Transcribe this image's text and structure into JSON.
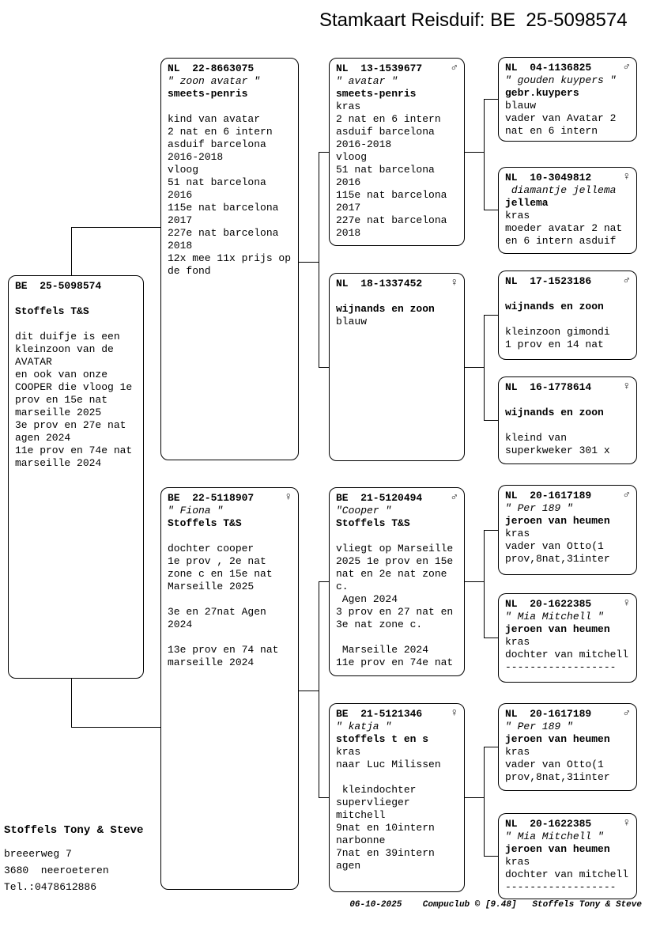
{
  "title": "Stamkaart Reisduif: BE  25-5098574",
  "boxes": [
    {
      "ring": "BE  25-5098574",
      "sex": "",
      "name": "",
      "loft": "Stoffels T&S",
      "body": "\ndit duifje is een\nkleinzoon van de\nAVATAR\nen ook van onze\nCOOPER die vloog 1e\nprov en 15e nat\nmarseille 2025\n3e prov en 27e nat\nagen 2024\n11e prov en 74e nat\nmarseille 2024"
    },
    {
      "ring": "NL  22-8663075",
      "sex": "",
      "name": "\" zoon avatar \"",
      "loft": "smeets-penris",
      "body": "\nkind van avatar\n2 nat en 6 intern\nasduif barcelona\n2016-2018\nvloog\n51 nat barcelona\n2016\n115e nat barcelona\n2017\n227e nat barcelona\n2018\n12x mee 11x prijs op\nde fond"
    },
    {
      "ring": "BE  22-5118907",
      "sex": "♀",
      "name": "\" Fiona \"",
      "loft": "Stoffels T&S",
      "body": "\ndochter cooper\n1e prov , 2e nat\nzone c en 15e nat\nMarseille 2025\n\n3e en 27nat Agen\n2024\n\n13e prov en 74 nat\nmarseille 2024"
    },
    {
      "ring": "NL  13-1539677",
      "sex": "♂",
      "name": "\" avatar \"",
      "loft": "smeets-penris",
      "body": "kras\n2 nat en 6 intern\nasduif barcelona\n2016-2018\nvloog\n51 nat barcelona\n2016\n115e nat barcelona\n2017\n227e nat barcelona\n2018"
    },
    {
      "ring": "NL  18-1337452",
      "sex": "♀",
      "name": "",
      "loft": "wijnands en zoon",
      "body": "blauw"
    },
    {
      "ring": "BE  21-5120494",
      "sex": "♂",
      "name": "\"Cooper \"",
      "loft": "Stoffels T&S",
      "body": "\nvliegt op Marseille\n2025 1e prov en 15e\nnat en 2e nat zone\nc.\n Agen 2024\n3 prov en 27 nat en\n3e nat zone c.\n\n Marseille 2024\n11e prov en 74e nat"
    },
    {
      "ring": "BE  21-5121346",
      "sex": "♀",
      "name": "\" katja \"",
      "loft": "stoffels t en s",
      "body": "kras\nnaar Luc Milissen\n\n kleindochter\nsupervlieger\nmitchell\n9nat en 10intern\nnarbonne\n7nat en 39intern\nagen"
    },
    {
      "ring": "NL  04-1136825",
      "sex": "♂",
      "name": "\" gouden kuypers \"",
      "loft": "gebr.kuypers",
      "body": "blauw\nvader van Avatar 2\nnat en 6 intern"
    },
    {
      "ring": "NL  10-3049812",
      "sex": "♀",
      "name": " diamantje jellema",
      "loft": "jellema",
      "body": "kras\nmoeder avatar 2 nat\nen 6 intern asduif"
    },
    {
      "ring": "NL  17-1523186",
      "sex": "♂",
      "name": "",
      "loft": "wijnands en zoon",
      "body": "\nkleinzoon gimondi\n1 prov en 14 nat"
    },
    {
      "ring": "NL  16-1778614",
      "sex": "♀",
      "name": "",
      "loft": "wijnands en zoon",
      "body": "\nkleind van\nsuperkweker 301 x"
    },
    {
      "ring": "NL  20-1617189",
      "sex": "♂",
      "name": "\" Per 189 \"",
      "loft": "jeroen van heumen",
      "body": "kras\nvader van Otto(1\nprov,8nat,31inter"
    },
    {
      "ring": "NL  20-1622385",
      "sex": "♀",
      "name": "\" Mia Mitchell \"",
      "loft": "jeroen van heumen",
      "body": "kras\ndochter van mitchell\n------------------"
    },
    {
      "ring": "NL  20-1617189",
      "sex": "♂",
      "name": "\" Per 189 \"",
      "loft": "jeroen van heumen",
      "body": "kras\nvader van Otto(1\nprov,8nat,31inter"
    },
    {
      "ring": "NL  20-1622385",
      "sex": "♀",
      "name": "\" Mia Mitchell \"",
      "loft": "jeroen van heumen",
      "body": "kras\ndochter van mitchell\n------------------"
    }
  ],
  "owner": {
    "name": "Stoffels Tony & Steve",
    "address1": "breeerweg 7",
    "address2": "3680  neeroeteren",
    "phone": "Tel.:0478612886"
  },
  "footer": "06-10-2025    Compuclub © [9.48]   Stoffels Tony & Steve"
}
